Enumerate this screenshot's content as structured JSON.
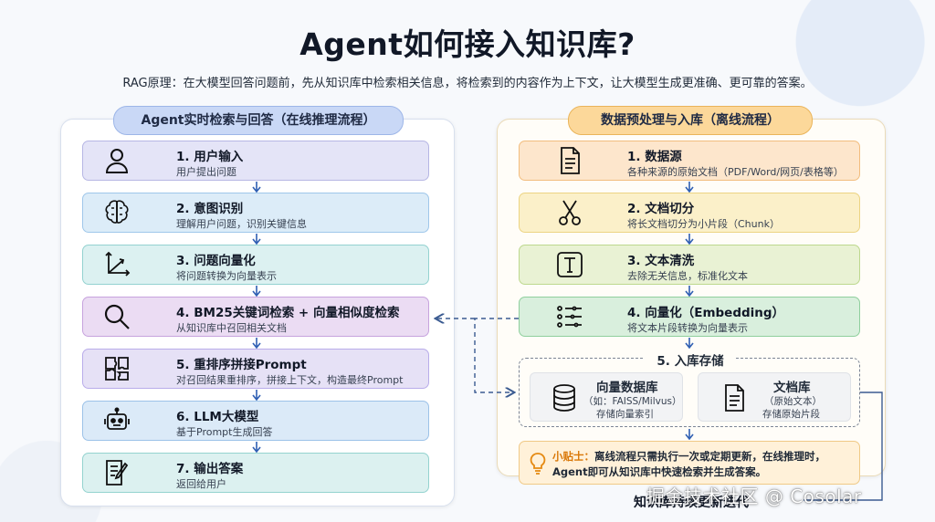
{
  "title": "Agent如何接入知识库?",
  "subtitle": "RAG原理：在大模型回答问题前，先从知识库中检索相关信息，将检索到的内容作为上下文，让大模型生成更准确、更可靠的答案。",
  "online": {
    "header": "Agent实时检索与回答（在线推理流程）",
    "steps": [
      {
        "title": "1. 用户输入",
        "desc": "用户提出问题",
        "icon": "user-icon",
        "color": "#e4e4f7"
      },
      {
        "title": "2. 意图识别",
        "desc": "理解用户问题，识别关键信息",
        "icon": "brain-icon",
        "color": "#dcecf8"
      },
      {
        "title": "3. 问题向量化",
        "desc": "将问题转换为向量表示",
        "icon": "vector-axes-icon",
        "color": "#dcf1f1"
      },
      {
        "title": "4. BM25关键词检索 + 向量相似度检索",
        "desc": "从知识库中召回相关文档",
        "icon": "magnifier-icon",
        "color": "#ebdcf3"
      },
      {
        "title": "5. 重排序拼接Prompt",
        "desc": "对召回结果重排序，拼接上下文，构造最终Prompt",
        "icon": "puzzle-icon",
        "color": "#e6e1f6"
      },
      {
        "title": "6. LLM大模型",
        "desc": "基于Prompt生成回答",
        "icon": "robot-icon",
        "color": "#dbeaf8"
      },
      {
        "title": "7. 输出答案",
        "desc": "返回给用户",
        "icon": "edit-document-icon",
        "color": "#dcf1f0"
      }
    ]
  },
  "offline": {
    "header": "数据预处理与入库（离线流程）",
    "steps": [
      {
        "title": "1. 数据源",
        "desc": "各种来源的原始文档（PDF/Word/网页/表格等）",
        "icon": "document-icon",
        "color": "#fde6cc"
      },
      {
        "title": "2. 文档切分",
        "desc": "将长文档切分为小片段（Chunk）",
        "icon": "scissors-icon",
        "color": "#fbf0c9"
      },
      {
        "title": "3. 文本清洗",
        "desc": "去除无关信息，标准化文本",
        "icon": "text-clean-icon",
        "color": "#e9f2d4"
      },
      {
        "title": "4. 向量化（Embedding）",
        "desc": "将文本片段转换为向量表示",
        "icon": "embedding-icon",
        "color": "#d9efdd"
      }
    ],
    "storage": {
      "label": "5. 入库存储",
      "vector_db": {
        "title": "向量数据库",
        "line1": "（如：FAISS/Milvus）",
        "line2": "存储向量索引"
      },
      "doc_db": {
        "title": "文档库",
        "line1": "（原始文本）",
        "line2": "存储原始片段"
      }
    },
    "tip": {
      "label": "小贴士：",
      "line1": "离线流程只需执行一次或定期更新，在线推理时，",
      "line2": "Agent即可从知识库中快速检索并生成答案。"
    },
    "iteration_label": "知识库持续更新迭代"
  },
  "watermark": "掘金技术社区 @ Cosolar",
  "colors": {
    "online_accent": "#2f5fb3",
    "offline_accent": "#e8a13a",
    "connector": "#3b5b91"
  }
}
